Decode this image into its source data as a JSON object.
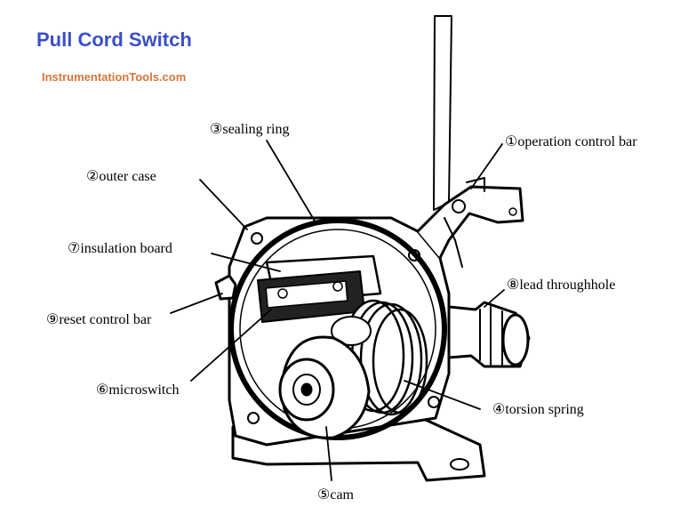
{
  "title": "Pull Cord Switch",
  "website": "InstrumentationTools.com",
  "labels": {
    "operation_control_bar": "①operation control bar",
    "outer_case": "②outer case",
    "sealing_ring": "③sealing ring",
    "torsion_spring": "④torsion spring",
    "cam": "⑤cam",
    "microswitch": "⑥microswitch",
    "insulation_board": "⑦insulation board",
    "lead_throughhole": "⑧lead throughhole",
    "reset_control_bar": "⑨reset control bar"
  },
  "colors": {
    "title": "#3b4fc8",
    "website": "#d4753a",
    "line": "#000000"
  }
}
